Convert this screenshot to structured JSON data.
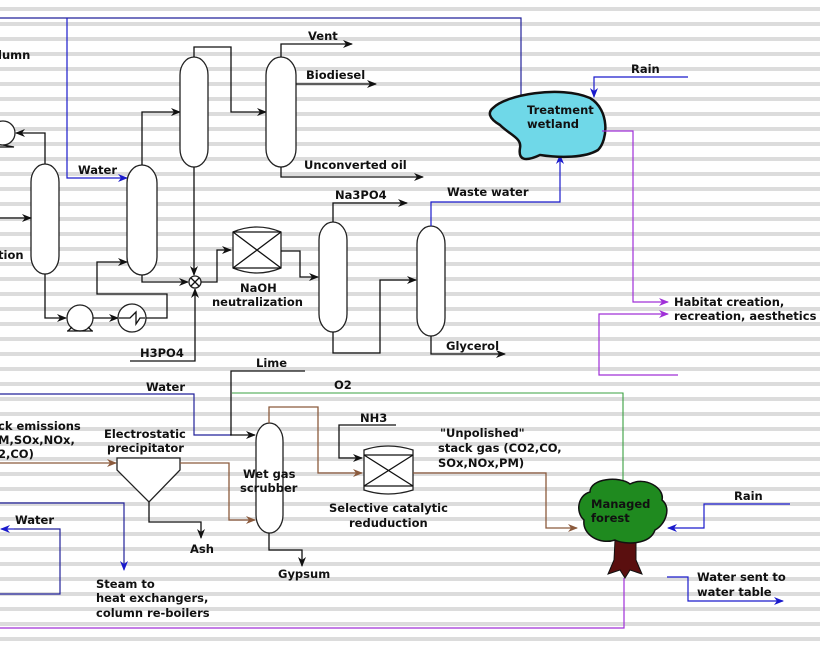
{
  "diagram": {
    "type": "process-flow",
    "colors": {
      "process_line": "#111111",
      "water_line": "#1a1acc",
      "benefit_line": "#a030d8",
      "flue_gas_line": "#8b5a3c",
      "oxygen_line": "#3aa040",
      "wetland_fill": "#6fd8e8",
      "forest_fill": "#1f8a1f",
      "trunk_fill": "#5a0f0f"
    },
    "labels": {
      "column_partial": "lumn",
      "separation_partial": "tion",
      "water_top": "Water",
      "vent": "Vent",
      "biodiesel": "Biodiesel",
      "unconverted_oil": "Unconverted oil",
      "na3po4": "Na3PO4",
      "waste_water": "Waste water",
      "naoh_line1": "NaOH",
      "naoh_line2": "neutralization",
      "h3po4": "H3PO4",
      "glycerol": "Glycerol",
      "rain_top": "Rain",
      "wetland_line1": "Treatment",
      "wetland_line2": "wetland",
      "habitat_line1": "Habitat creation,",
      "habitat_line2": "recreation, aesthetics",
      "lime": "Lime",
      "o2": "O2",
      "water_mid": "Water",
      "stack_line1": "ck emissions",
      "stack_line2": "M,SOx,NOx,",
      "stack_line3": "2,CO)",
      "esp_line1": "Electrostatic",
      "esp_line2": "precipitator",
      "scrubber_line1": "Wet gas",
      "scrubber_line2": "scrubber",
      "nh3": "NH3",
      "unpolished_line1": "\"Unpolished\"",
      "unpolished_line2": "stack gas (CO2,CO,",
      "unpolished_line3": "SOx,NOx,PM)",
      "scr_line1": "Selective catalytic",
      "scr_line2": "reduduction",
      "ash": "Ash",
      "gypsum": "Gypsum",
      "water_bottom": "Water",
      "steam_line1": "Steam to",
      "steam_line2": "heat exchangers,",
      "steam_line3": "column re-boilers",
      "forest_line1": "Managed",
      "forest_line2": "forest",
      "rain_bottom": "Rain",
      "water_table_line1": "Water sent to",
      "water_table_line2": "water table"
    }
  }
}
